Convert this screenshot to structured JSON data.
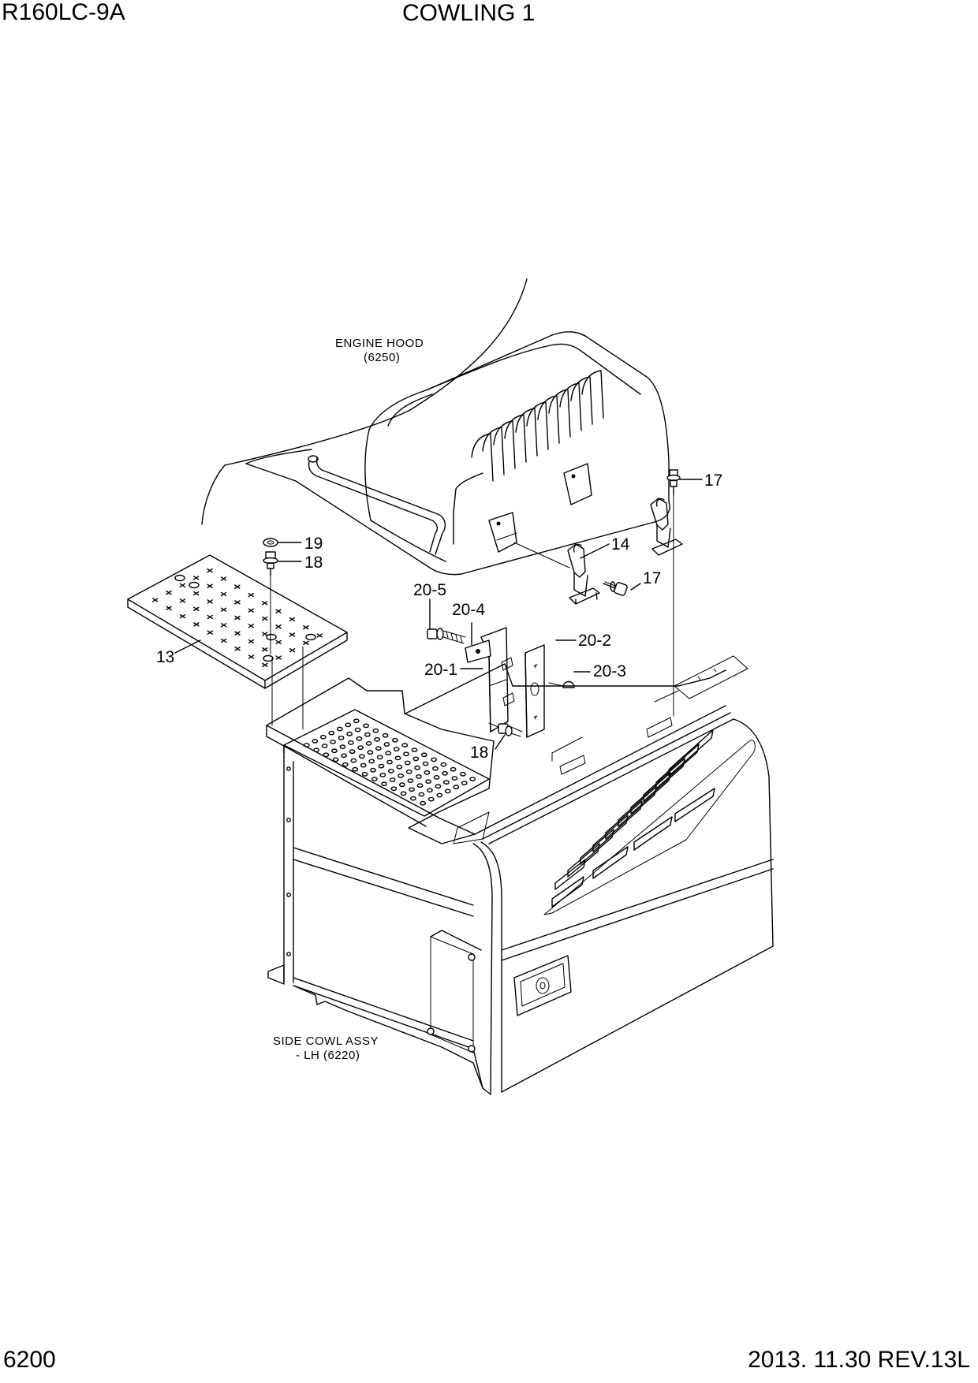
{
  "header": {
    "model": "R160LC-9A",
    "title": "COWLING 1"
  },
  "footer": {
    "page_number": "6200",
    "revision": "2013. 11.30  REV.13L"
  },
  "notes": {
    "engine_hood": {
      "line1": "ENGINE HOOD",
      "line2": "(6250)"
    },
    "side_cowl": {
      "line1": "SIDE COWL ASSY",
      "line2": "- LH (6220)"
    }
  },
  "callouts": {
    "c17_top": "17",
    "c14": "14",
    "c17_mid": "17",
    "c19": "19",
    "c18_top": "18",
    "c13": "13",
    "c20_5": "20-5",
    "c20_4": "20-4",
    "c20_2": "20-2",
    "c20_1": "20-1",
    "c20_3": "20-3",
    "c18_bottom": "18"
  }
}
